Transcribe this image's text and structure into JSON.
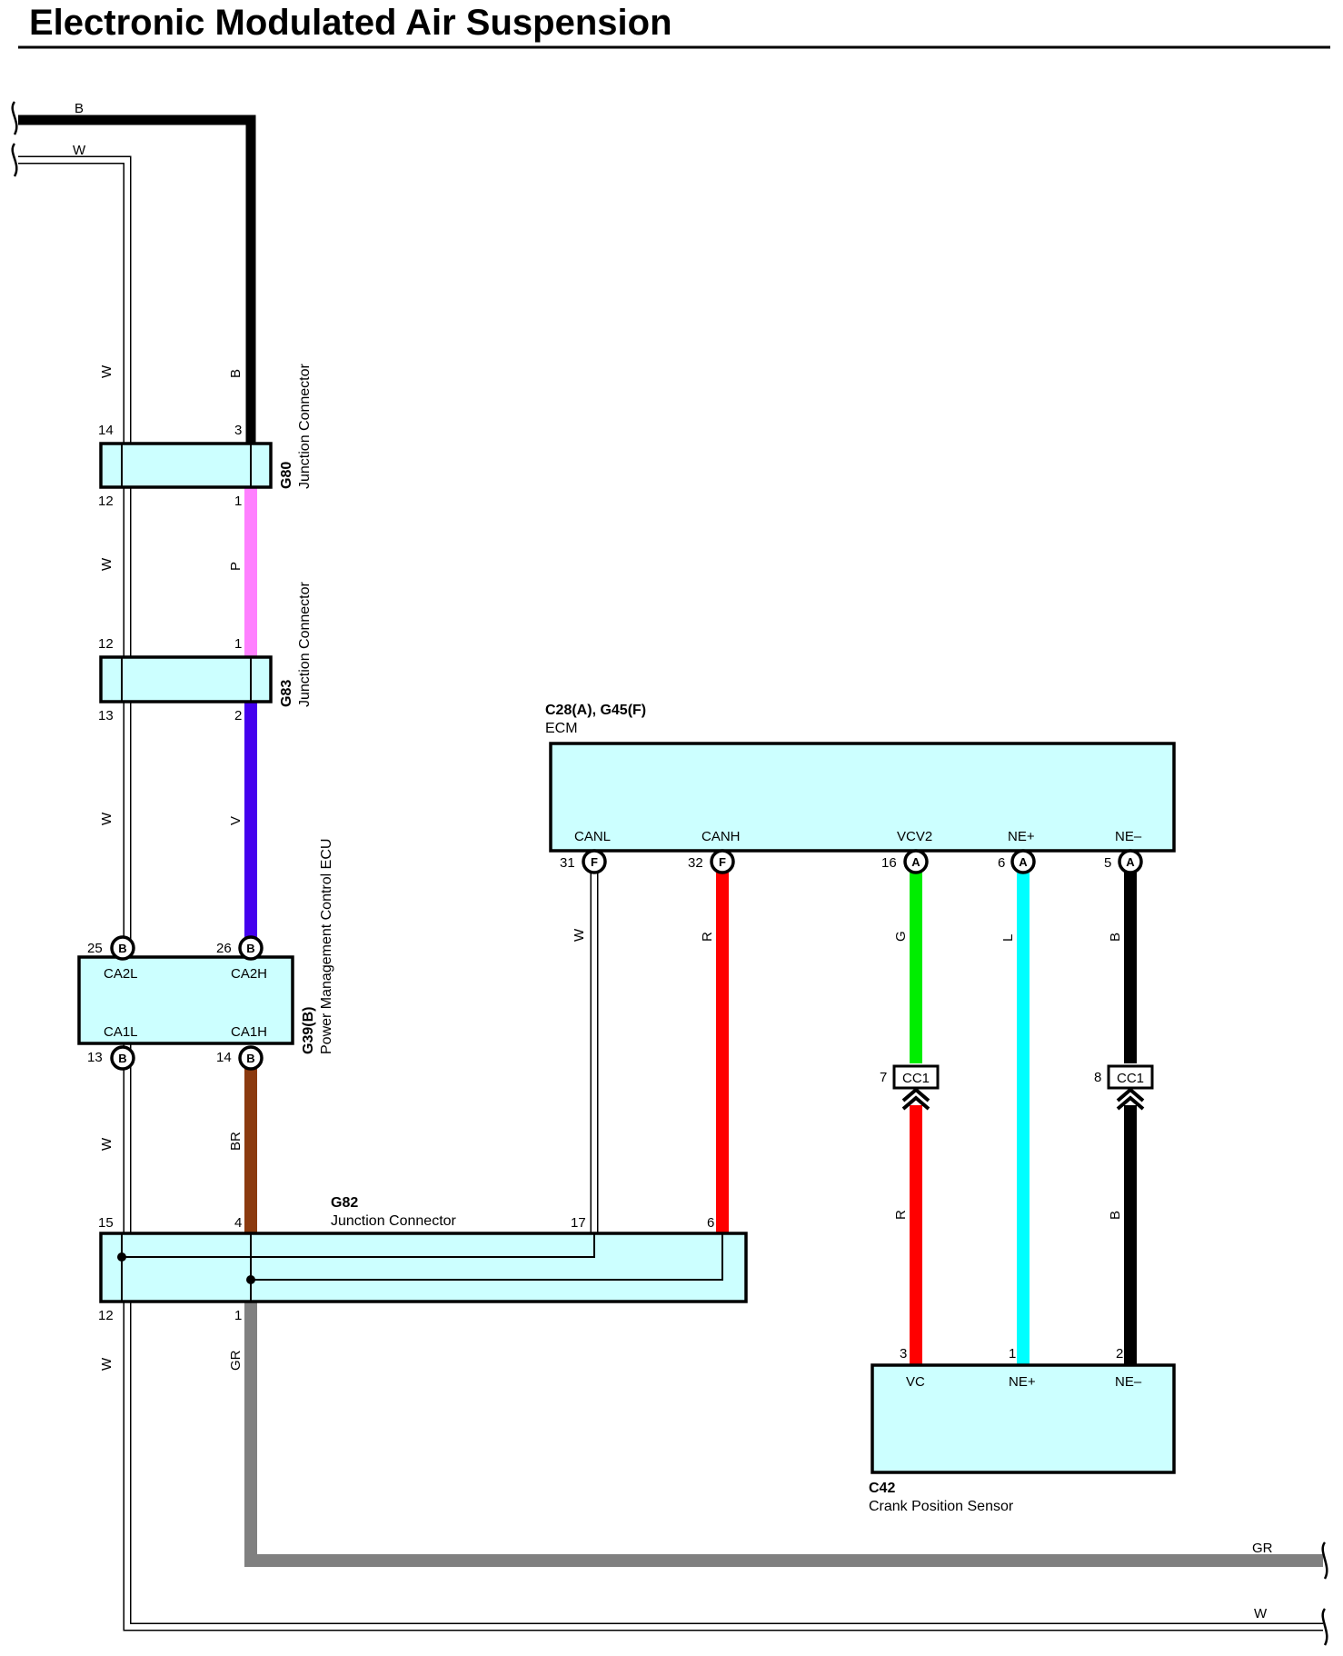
{
  "title": "Electronic Modulated Air Suspension",
  "wires": {
    "top_b": "B",
    "top_w": "W",
    "left_w_1": "W",
    "left_w_2": "W",
    "left_w_3": "W",
    "left_w_4": "W",
    "left_w_5": "W",
    "b_upper": "B",
    "p": "P",
    "v": "V",
    "br": "BR",
    "gr_vertical": "GR",
    "ecm_w": "W",
    "ecm_r": "R",
    "ecm_g": "G",
    "ecm_l": "L",
    "ecm_b": "B",
    "lower_r": "R",
    "lower_b": "B",
    "bottom_gr": "GR",
    "bottom_w": "W"
  },
  "colors": {
    "B": "#000000",
    "W": "#ffffff",
    "P": "#ff80ff",
    "V": "#4400ee",
    "BR": "#8b3a0f",
    "GR": "#808080",
    "R": "#ff0000",
    "G": "#00ee00",
    "L": "#00ffff",
    "box": "#ccffff"
  },
  "connectors": {
    "g80": {
      "code": "G80",
      "name": "Junction Connector",
      "pins": [
        "14",
        "3",
        "12",
        "1"
      ]
    },
    "g83": {
      "code": "G83",
      "name": "Junction Connector",
      "pins": [
        "12",
        "1",
        "13",
        "2"
      ]
    },
    "g39": {
      "code": "G39(B)",
      "name": "Power Management Control ECU",
      "pins": [
        "25",
        "26",
        "13",
        "14"
      ],
      "pin_letter": "B",
      "terminals": [
        "CA2L",
        "CA2H",
        "CA1L",
        "CA1H"
      ]
    },
    "g82": {
      "code": "G82",
      "name": "Junction Connector",
      "pins": [
        "15",
        "4",
        "17",
        "6",
        "12",
        "1"
      ]
    },
    "ecm": {
      "code": "C28(A), G45(F)",
      "name": "ECM",
      "terminals": [
        "CANL",
        "CANH",
        "VCV2",
        "NE+",
        "NE–"
      ],
      "pins": [
        "31",
        "32",
        "16",
        "6",
        "5"
      ],
      "pin_letters": [
        "F",
        "F",
        "A",
        "A",
        "A"
      ]
    },
    "cc1": {
      "label": "CC1",
      "pins": [
        "7",
        "8"
      ]
    },
    "c42": {
      "code": "C42",
      "name": "Crank Position Sensor",
      "terminals": [
        "VC",
        "NE+",
        "NE–"
      ],
      "pins": [
        "3",
        "1",
        "2"
      ]
    }
  }
}
